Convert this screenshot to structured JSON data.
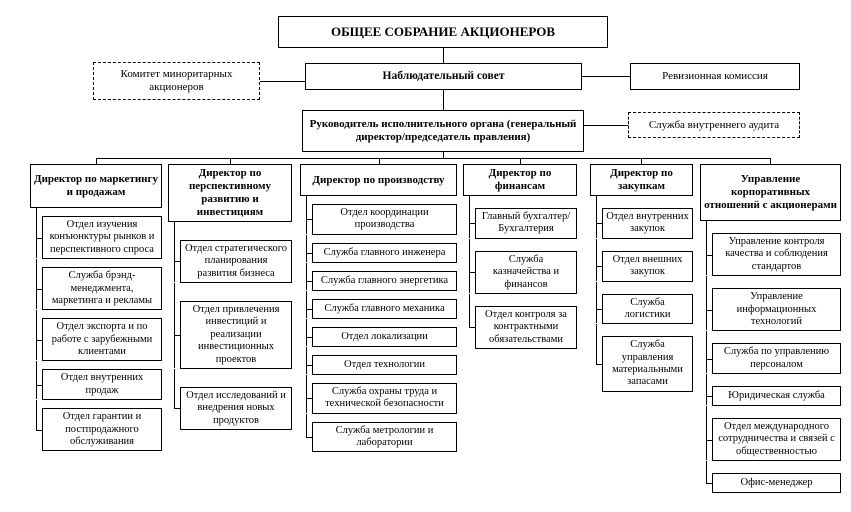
{
  "diagram": {
    "top": "ОБЩЕЕ СОБРАНИЕ АКЦИОНЕРОВ",
    "level2": {
      "minority_committee": "Комитет миноритарных акционеров",
      "supervisory_board": "Наблюдательный совет",
      "audit_commission": "Ревизионная комиссия"
    },
    "level3": {
      "executive_head": "Руководитель исполнительного органа (генеральный директор/председатель правления)",
      "internal_audit": "Служба внутреннего аудита"
    },
    "columns": [
      {
        "header": "Директор по маркетингу и продажам",
        "children": [
          "Отдел изучения конъюнктуры рынков и перспективного спроса",
          "Служба брэнд-менеджмента, маркетинга и рекламы",
          "Отдел экспорта и по работе с зарубежными клиентами",
          "Отдел внутренних продаж",
          "Отдел гарантии и постпродажного обслуживания"
        ]
      },
      {
        "header": "Директор по перспективному развитию и инвестициям",
        "children": [
          "Отдел стратегического планирования развития бизнеса",
          "Отдел привлечения инвестиций и реализации инвестиционных проектов",
          "Отдел исследований и внедрения новых продуктов"
        ]
      },
      {
        "header": "Директор по производству",
        "children": [
          "Отдел координации производства",
          "Служба главного инженера",
          "Служба главного энергетика",
          "Служба главного механика",
          "Отдел локализации",
          "Отдел технологии",
          "Служба охраны труда и технической безопасности",
          "Служба метрологии и лаборатории"
        ]
      },
      {
        "header": "Директор по финансам",
        "children": [
          "Главный бухгалтер/ Бухгалтерия",
          "Служба казначейства и финансов",
          "Отдел контроля за контрактными обязательствами"
        ]
      },
      {
        "header": "Директор по закупкам",
        "children": [
          "Отдел внутренних закупок",
          "Отдел внешних закупок",
          "Служба логистики",
          "Служба управления материальными запасами"
        ]
      },
      {
        "header": "Управление корпоративных отношений с акционерами",
        "children": [
          "Управление контроля качества и соблюдения стандартов",
          "Управление информационных технологий",
          "Служба по управлению персоналом",
          "Юридическая служба",
          "Отдел международного сотрудничества и связей с общественностью",
          "Офис-менеджер"
        ]
      }
    ]
  }
}
